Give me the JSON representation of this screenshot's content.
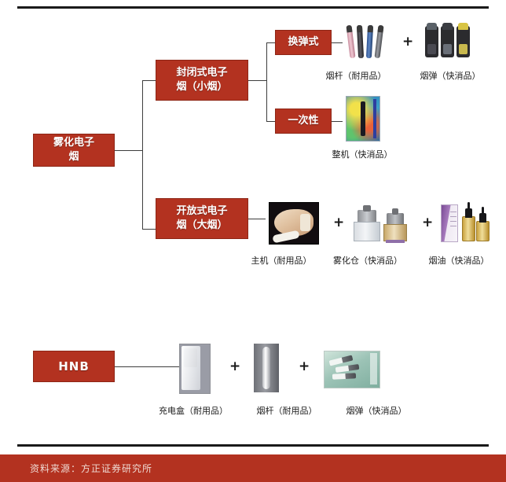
{
  "figure": {
    "title_bar_present": true,
    "source_label": "资料来源：方正证券研究所",
    "accent_color": "#b33220",
    "line_color": "#3d3d3d"
  },
  "nodes": {
    "root": "雾化电子\n烟",
    "root_line1": "雾化电子",
    "root_line2": "烟",
    "closed_line1": "封闭式电子",
    "closed_line2": "烟（小烟）",
    "open_line1": "开放式电子",
    "open_line2": "烟（大烟）",
    "pod_type": "换弹式",
    "disposable_type": "一次性",
    "hnb": "HNB"
  },
  "rows": {
    "pod": {
      "captions": [
        "烟杆（耐用品）",
        "烟弹（快消品）"
      ],
      "operator": "+",
      "images": [
        "vape-sticks",
        "vape-pods"
      ]
    },
    "disposable": {
      "captions": [
        "整机（快消品）"
      ],
      "images": [
        "disposable-device-box"
      ]
    },
    "open": {
      "captions": [
        "主机（耐用品）",
        "雾化仓（快消品）",
        "烟油（快消品）"
      ],
      "operators": [
        "+",
        "+"
      ],
      "images": [
        "mod-host-photo",
        "atomizer-tanks",
        "e-liquid-bottles"
      ]
    },
    "hnb": {
      "captions": [
        "充电盒（耐用品）",
        "烟杆（耐用品）",
        "烟弹（快消品）"
      ],
      "operators": [
        "+",
        "+"
      ],
      "images": [
        "charging-case",
        "holder-stick",
        "heat-sticks"
      ]
    }
  }
}
